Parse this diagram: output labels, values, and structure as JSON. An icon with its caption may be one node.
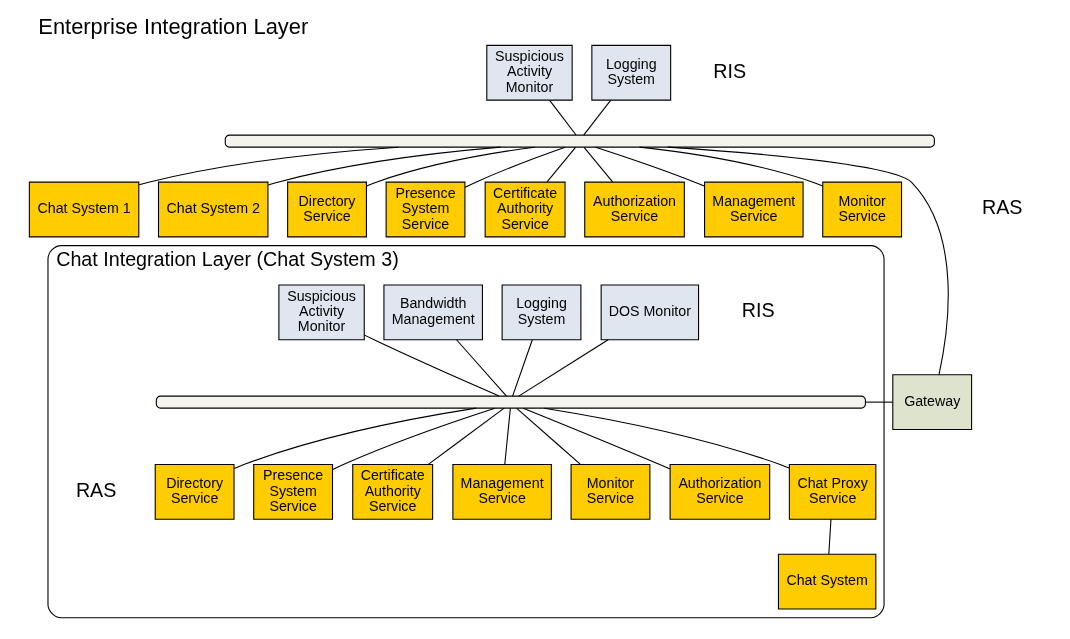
{
  "diagram": {
    "title": "Enterprise Integration Layer",
    "nodes": [
      {
        "text": [
          "Suspicious Activity Monitor"
        ]
      },
      {
        "text": [
          "Logging System"
        ]
      },
      {
        "text": [],
        "shape": "bar"
      },
      {
        "text": [
          "Chat System 1"
        ]
      },
      {
        "text": [
          "Chat System 2"
        ]
      },
      {
        "text": [
          "Directory Service"
        ]
      },
      {
        "text": [
          "Presence System Service"
        ]
      },
      {
        "text": [
          "Certificate Authority Service"
        ]
      },
      {
        "text": [
          "Authorization Service"
        ]
      },
      {
        "text": [
          "Management Service"
        ]
      },
      {
        "text": [
          "Monitor Service"
        ]
      },
      {
        "text": [
          "Chat Integration Layer (Chat System 3)"
        ]
      },
      {
        "text": [
          "Gateway"
        ]
      },
      {
        "text": [
          "Suspicious Activity Monitor"
        ],
        "in": 11
      },
      {
        "text": [
          "DOS Monitor"
        ],
        "in": 11
      },
      {
        "text": [
          "Logging System"
        ],
        "in": 11
      },
      {
        "text": [
          "Bandwidth Management"
        ],
        "in": 11
      },
      {
        "text": [],
        "shape": "bar",
        "in": 11
      },
      {
        "text": [
          "Chat Proxy Service"
        ],
        "in": 11
      },
      {
        "text": [
          "Directory Service"
        ],
        "in": 11
      },
      {
        "text": [
          "Presence System Service"
        ],
        "in": 11
      },
      {
        "text": [
          "Certificate Authority Service"
        ],
        "in": 11
      },
      {
        "text": [
          "Management Service"
        ],
        "in": 11
      },
      {
        "text": [
          "Monitor Service"
        ],
        "in": 11
      },
      {
        "text": [
          "Chat System"
        ],
        "in": 11
      },
      {
        "text": [
          "Authorization Service"
        ],
        "in": 11
      }
    ],
    "edges": [
      {
        "from": 0,
        "to": 2,
        "arrow": "none"
      },
      {
        "from": 1,
        "to": 2,
        "arrow": "none"
      },
      {
        "from": 2,
        "to": 3,
        "arrow": "none"
      },
      {
        "from": 2,
        "to": 4,
        "arrow": "none"
      },
      {
        "from": 2,
        "to": 12,
        "arrow": "none"
      },
      {
        "from": 2,
        "to": 5,
        "arrow": "none"
      },
      {
        "from": 2,
        "to": 6,
        "arrow": "none"
      },
      {
        "from": 2,
        "to": 7,
        "arrow": "none"
      },
      {
        "from": 2,
        "to": 8,
        "arrow": "none"
      },
      {
        "from": 2,
        "to": 9,
        "arrow": "none"
      },
      {
        "from": 2,
        "to": 10,
        "arrow": "none"
      },
      {
        "from": 13,
        "to": 17,
        "arrow": "none"
      },
      {
        "from": 14,
        "to": 17,
        "arrow": "none"
      },
      {
        "from": 15,
        "to": 17,
        "arrow": "none"
      },
      {
        "from": 16,
        "to": 17,
        "arrow": "none"
      },
      {
        "from": 12,
        "to": 17,
        "arrow": "none"
      },
      {
        "from": 17,
        "to": 18,
        "arrow": "none"
      },
      {
        "from": 17,
        "to": 19,
        "arrow": "none"
      },
      {
        "from": 17,
        "to": 20,
        "arrow": "none"
      },
      {
        "from": 17,
        "to": 21,
        "arrow": "none"
      },
      {
        "from": 17,
        "to": 22,
        "arrow": "none"
      },
      {
        "from": 17,
        "to": 23,
        "arrow": "none"
      },
      {
        "from": 18,
        "to": 24,
        "arrow": "none"
      },
      {
        "from": 17,
        "to": 25,
        "arrow": "none"
      }
    ],
    "labels": [
      "RIS",
      "RAS",
      "RIS",
      "RAS"
    ]
  }
}
